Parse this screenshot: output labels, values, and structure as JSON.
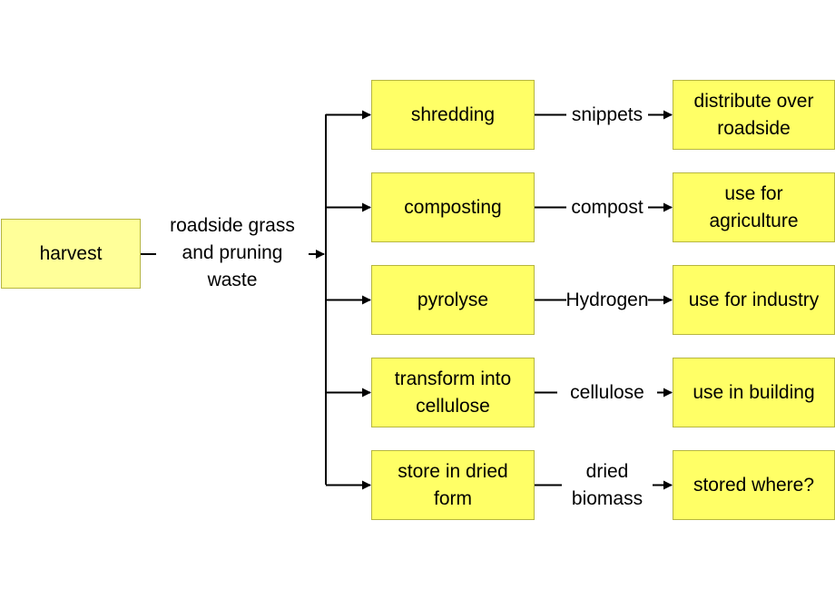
{
  "start": {
    "label": "harvest"
  },
  "input_label": "roadside grass\nand pruning\nwaste",
  "flows": [
    {
      "process": "shredding",
      "product": "snippets",
      "output": "distribute over\nroadside"
    },
    {
      "process": "composting",
      "product": "compost",
      "output": "use for\nagriculture"
    },
    {
      "process": "pyrolyse",
      "product": "Hydrogen",
      "output": "use for industry"
    },
    {
      "process": "transform into\ncellulose",
      "product": "cellulose",
      "output": "use in building"
    },
    {
      "process": "store in dried\nform",
      "product": "dried\nbiomass",
      "output": "stored where?"
    }
  ],
  "colors": {
    "input_fill": "#ffff99",
    "box_fill": "#ffff66",
    "box_border": "#b6b640",
    "line": "#000000"
  }
}
